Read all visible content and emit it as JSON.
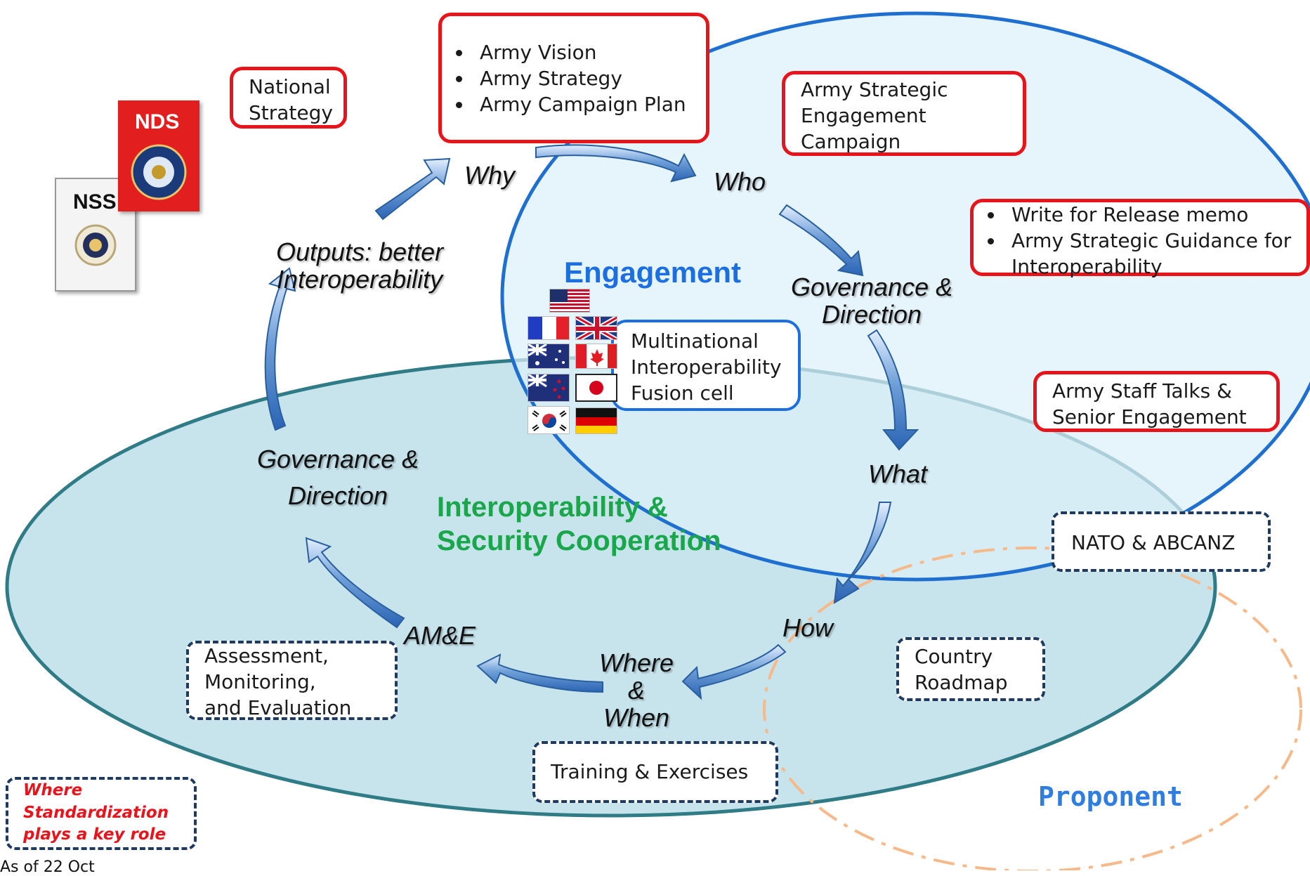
{
  "national_strategy": "National\nStrategy",
  "documents": {
    "nss_title": "NSS",
    "nds_title": "NDS"
  },
  "army_vision_box": [
    "Army Vision",
    "Army Strategy",
    "Army Campaign Plan"
  ],
  "army_strategic_engagement": "Army Strategic\nEngagement\nCampaign",
  "release_memo_box": [
    "Write for Release memo",
    "Army Strategic Guidance for Interoperability"
  ],
  "army_staff_talks": "Army Staff Talks &\nSenior Engagement",
  "nato_abcanz": "NATO & ABCANZ",
  "country_roadmap": "Country\nRoadmap",
  "training_exercises": "Training & Exercises",
  "assessment_box": "Assessment,\nMonitoring,\nand Evaluation",
  "fusion_cell": "Multinational\nInteroperability\nFusion cell",
  "engagement_title": "Engagement",
  "isc_title": "Interoperability &\nSecurity Cooperation",
  "proponent": "Proponent",
  "key_note": "Where\nStandardization\nplays a key role",
  "as_of": "As of 22 Oct",
  "cycle_labels": {
    "why": "Why",
    "who": "Who",
    "gov_right": "Governance &\nDirection",
    "what": "What",
    "how": "How",
    "where_when": "Where\n&\nWhen",
    "ame": "AM&E",
    "gov_left": "Governance &\nDirection",
    "outputs": "Outputs: better\nInteroperability"
  },
  "flags": [
    "united-states",
    "france",
    "united-kingdom",
    "australia",
    "canada",
    "new-zealand",
    "japan",
    "south-korea",
    "germany"
  ],
  "colors": {
    "red_border": "#e8141b",
    "engagement_blue": "#1c6fe0",
    "isc_green": "#1aa64a",
    "dashed_navy": "#1f3a5f",
    "proponent_orange": "#f5b98a",
    "arrow_blue": "#3a78c4"
  }
}
